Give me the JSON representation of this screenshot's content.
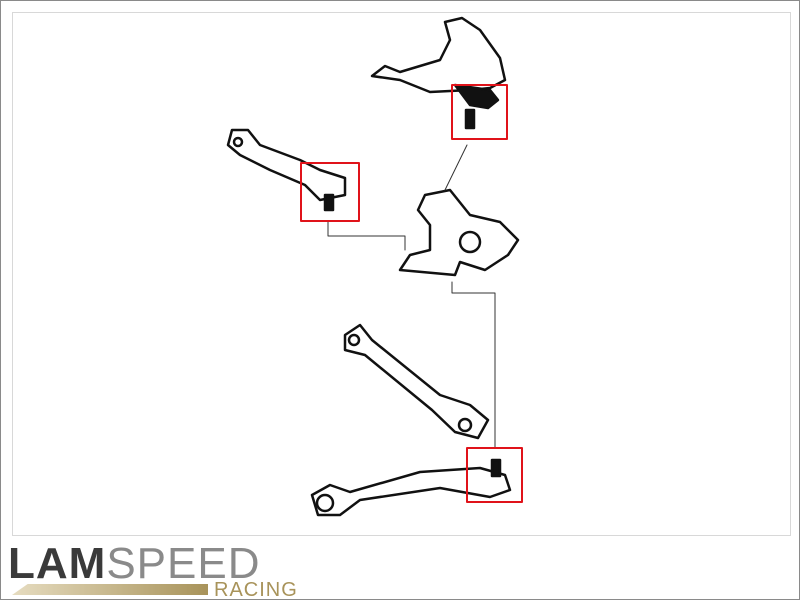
{
  "logo": {
    "brand_bold": "LAM",
    "brand_light": "SPEED",
    "sub": "RACING"
  },
  "colors": {
    "highlight": "#e0131a",
    "line": "#222222",
    "gold": "#a8935a"
  }
}
